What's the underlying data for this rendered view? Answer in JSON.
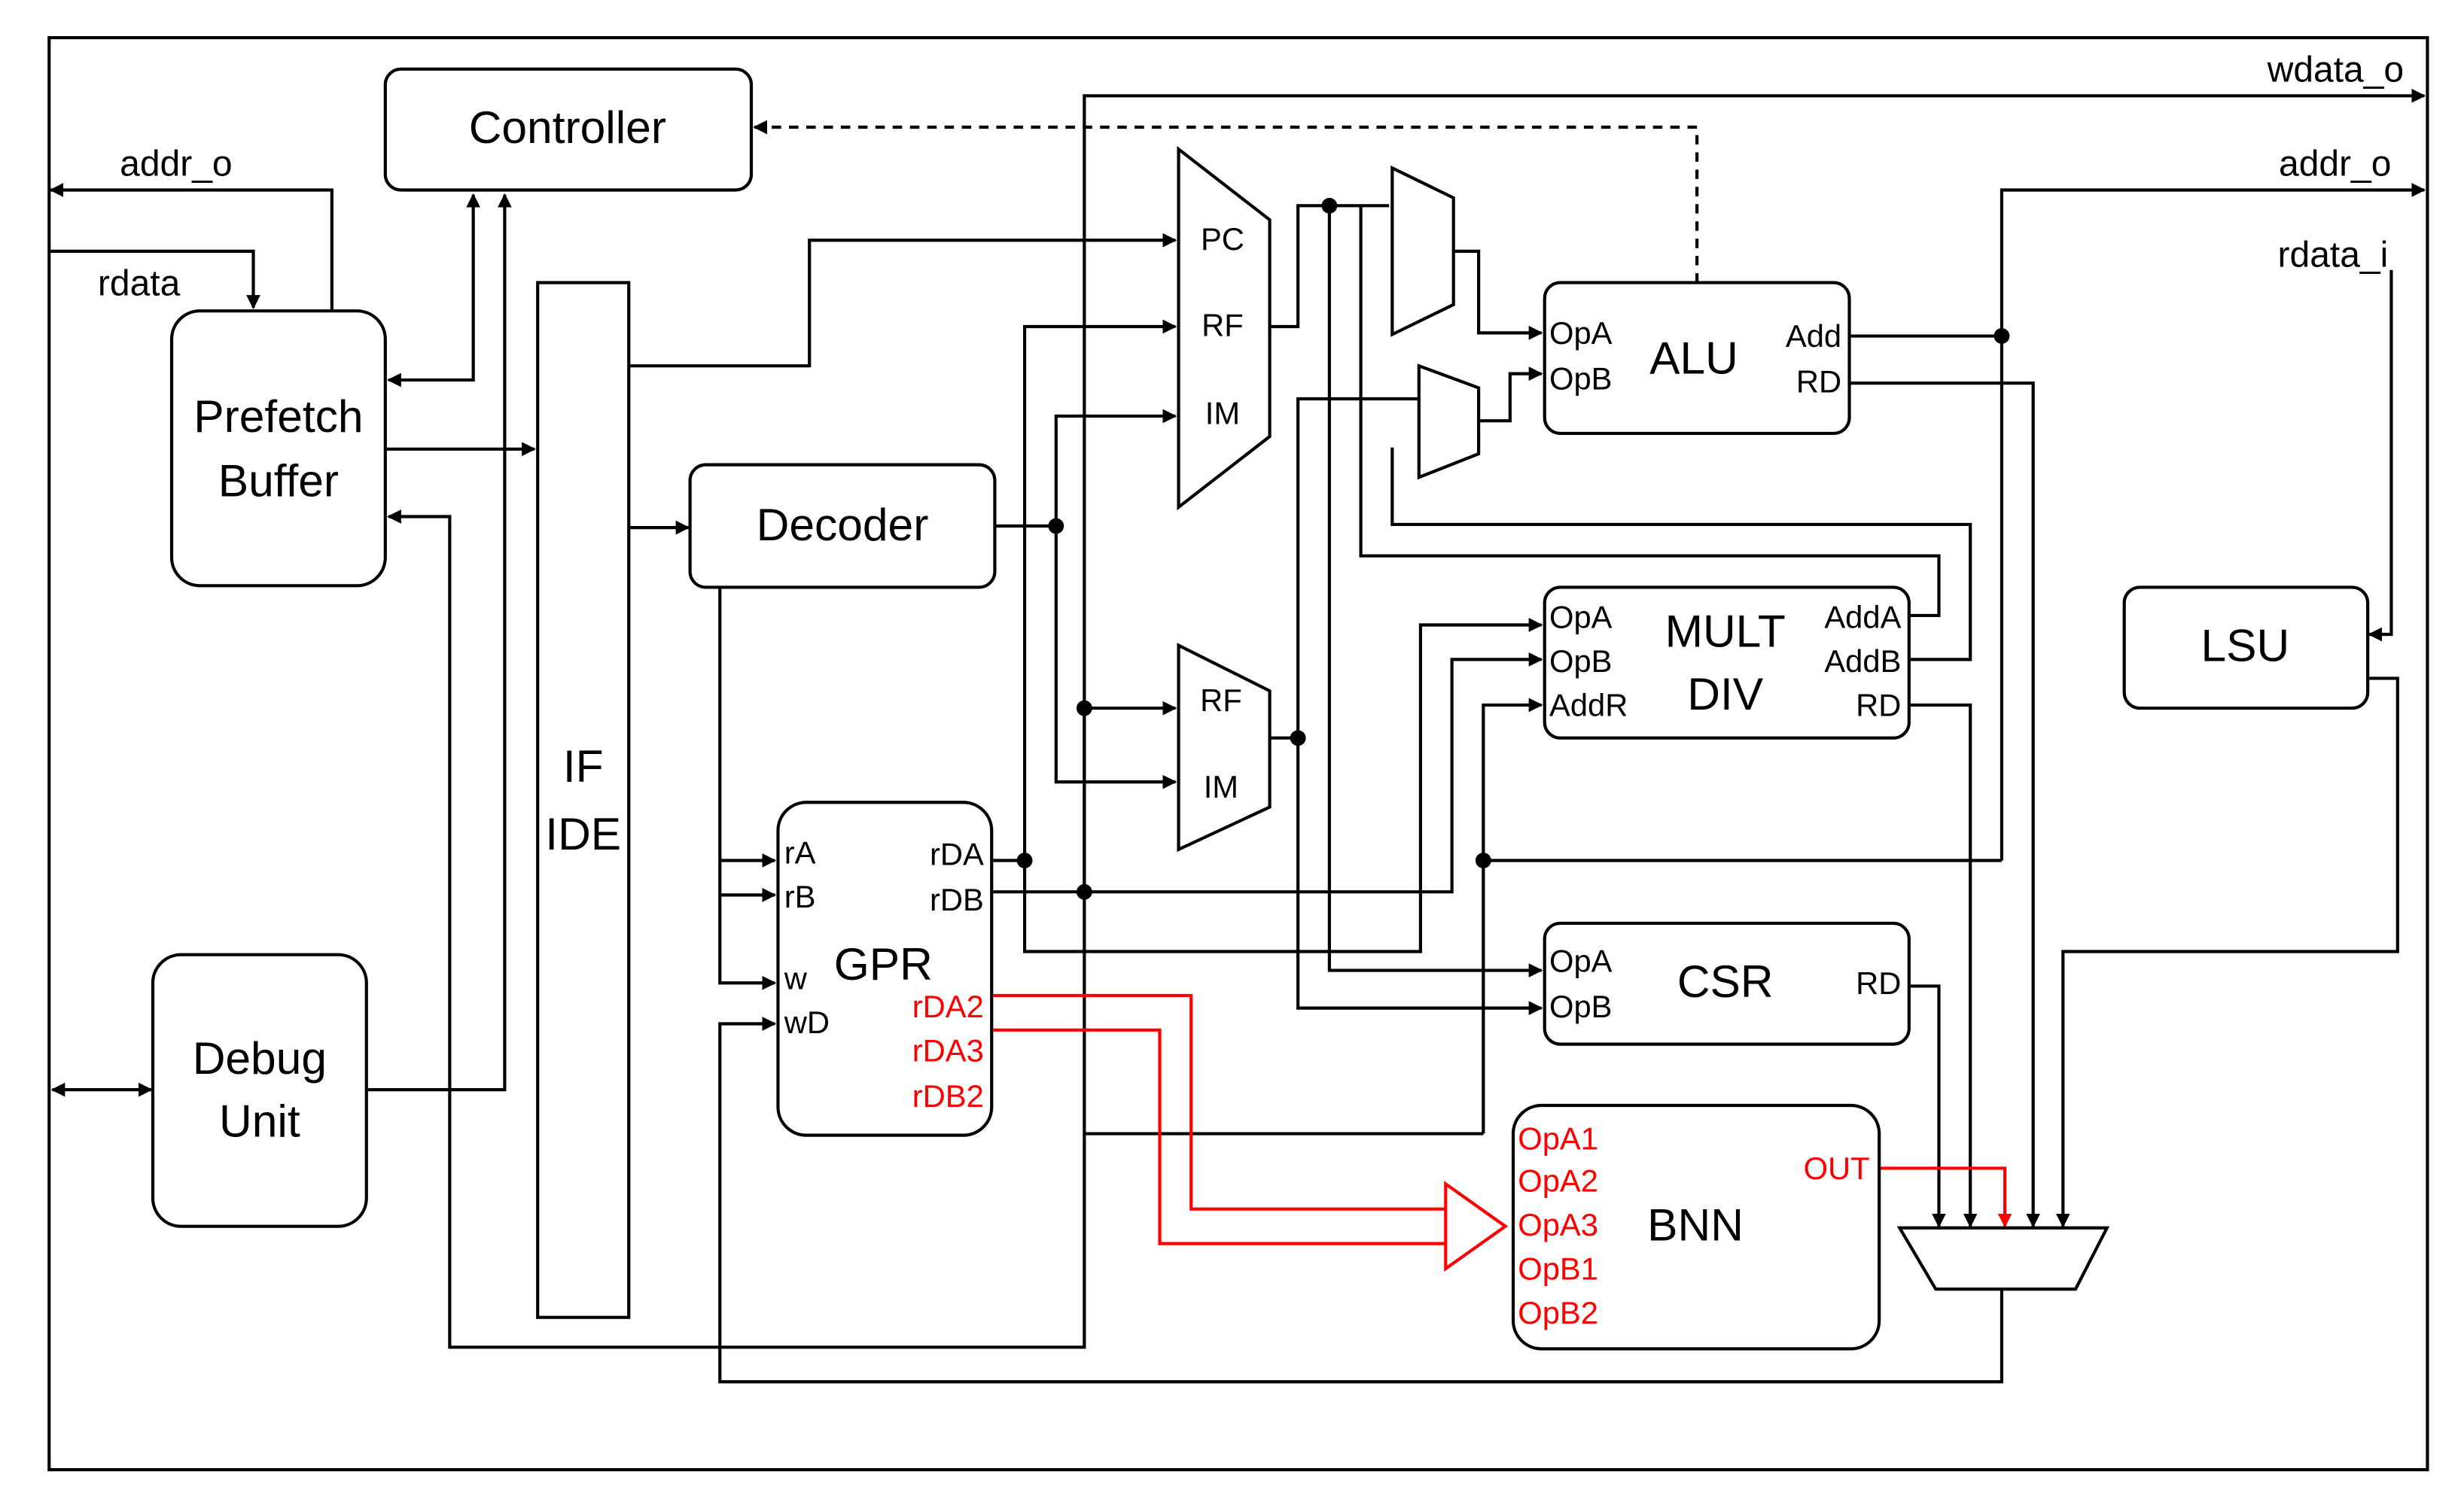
{
  "external_signals": {
    "addr_o_left": "addr_o",
    "rdata_left": "rdata",
    "wdata_o": "wdata_o",
    "addr_o_right": "addr_o",
    "rdata_i": "rdata_i"
  },
  "blocks": {
    "controller": "Controller",
    "prefetch_line1": "Prefetch",
    "prefetch_line2": "Buffer",
    "if_line1": "IF",
    "if_line2": "IDE",
    "decoder": "Decoder",
    "debug_line1": "Debug",
    "debug_line2": "Unit",
    "gpr": "GPR",
    "alu": "ALU",
    "mult_line1": "MULT",
    "mult_line2": "DIV",
    "csr": "CSR",
    "bnn": "BNN",
    "lsu": "LSU"
  },
  "mux_top": {
    "pc": "PC",
    "rf": "RF",
    "im": "IM"
  },
  "mux_mid": {
    "rf": "RF",
    "im": "IM"
  },
  "gpr_ports": {
    "ra": "rA",
    "rb": "rB",
    "w": "w",
    "wd": "wD",
    "rda": "rDA",
    "rdb": "rDB",
    "rda2": "rDA2",
    "rda3": "rDA3",
    "rdb2": "rDB2"
  },
  "alu_ports": {
    "opa": "OpA",
    "opb": "OpB",
    "add": "Add",
    "rd": "RD"
  },
  "mult_ports": {
    "opa": "OpA",
    "opb": "OpB",
    "addr": "AddR",
    "adda": "AddA",
    "addb": "AddB",
    "rd": "RD"
  },
  "csr_ports": {
    "opa": "OpA",
    "opb": "OpB",
    "rd": "RD"
  },
  "bnn_ports": {
    "opa1": "OpA1",
    "opa2": "OpA2",
    "opa3": "OpA3",
    "opb1": "OpB1",
    "opb2": "OpB2",
    "out": "OUT"
  },
  "colors": {
    "line": "#000000",
    "highlight": "#ff0000",
    "background": "#ffffff"
  }
}
